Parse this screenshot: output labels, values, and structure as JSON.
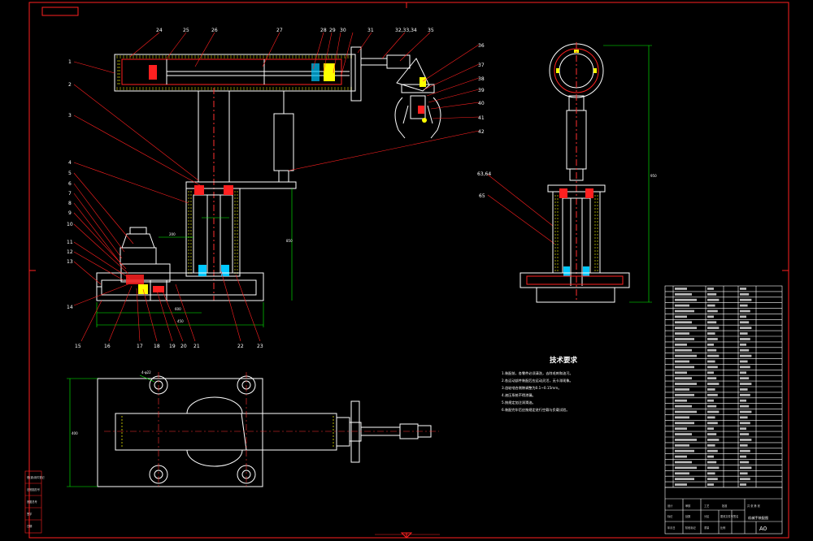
{
  "colors": {
    "background": "#000000",
    "frame": "#ff2020",
    "part": "#ffffff",
    "hatch": "#ffff00",
    "leader": "#ff2020",
    "center": "#ff3030",
    "dimension": "#00ff00",
    "hidden": "#00c8ff",
    "table": "#ffffff"
  },
  "drawing": {
    "sheet_size": "A0",
    "drawing_name": "机械手装配图",
    "tech_requirements": {
      "title": "技术要求",
      "items": [
        "1.装配前，各零件必须清洗，去除毛刺和油污。",
        "2.各运动部件装配后应运动灵活，无卡滞现象。",
        "3.齿轮啮合侧隙调整为0.1~0.15mm。",
        "4.液压系统不得渗漏。",
        "5.按规定加注润滑油。",
        "6.装配完毕后应按规定进行空载与负载试验。"
      ]
    },
    "balloons_top": [
      "24",
      "25",
      "26",
      "27",
      "28",
      "29",
      "30",
      "31",
      "32,33,34",
      "35"
    ],
    "balloons_left": [
      "1",
      "2",
      "3",
      "4",
      "5",
      "6",
      "7",
      "8",
      "9",
      "10",
      "11",
      "12",
      "13",
      "14"
    ],
    "balloons_bottom": [
      "15",
      "16",
      "17",
      "18",
      "19",
      "20",
      "21",
      "22",
      "23"
    ],
    "balloons_right": [
      "36",
      "37",
      "38",
      "39",
      "40",
      "41",
      "42"
    ],
    "balloons_side": [
      "63,64",
      "65"
    ],
    "dimensions": {
      "front_base_1": "600",
      "front_base_2": "450",
      "front_height": "850",
      "front_mid": "200",
      "side_height": "950",
      "plan_height": "400",
      "plan_note": "4-φ22"
    }
  },
  "title_block": {
    "bottom_cells": [
      "标记",
      "处数",
      "分区",
      "更改文件号",
      "签名",
      "年月日"
    ],
    "bottom_cells_2": [
      "设计",
      "审核",
      "工艺",
      "批准"
    ],
    "stage_label": "阶段标记",
    "weight_label": "重量",
    "scale_label": "比例",
    "sheet_label": "共 张 第 张",
    "left_strip": [
      "借(通)用件登记",
      "旧底图总号",
      "底图总号",
      "签字",
      "日期"
    ]
  }
}
